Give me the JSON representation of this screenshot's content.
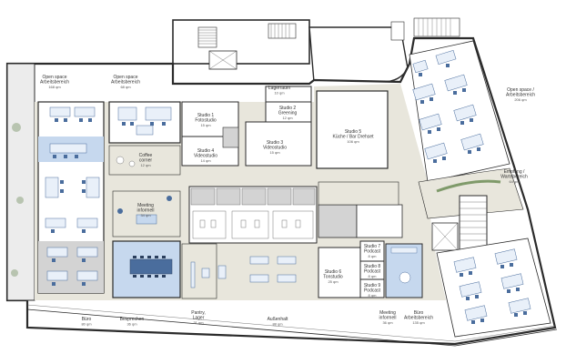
{
  "rooms": [
    {
      "id": "open-space-left",
      "name": "Open space\nArbeitsbereich",
      "area": "168 qm"
    },
    {
      "id": "open-space-mid",
      "name": "Open space\nArbeitsbereich",
      "area": "68 qm"
    },
    {
      "id": "lagerraum",
      "name": "Lagerraum",
      "area": "10 qm"
    },
    {
      "id": "studio5",
      "name": "Studio 5\nKüche / Bar Drehset",
      "area": "106 qm"
    },
    {
      "id": "studio1",
      "name": "Studio 1\nFotostudio",
      "area": "15 qm"
    },
    {
      "id": "studio2",
      "name": "Studio 2\nGreening",
      "area": "12 qm"
    },
    {
      "id": "studio3",
      "name": "Studio 3\nVideostudio",
      "area": "15 qm"
    },
    {
      "id": "studio4",
      "name": "Studio 4\nVideostudio",
      "area": "14 qm"
    },
    {
      "id": "coffee-corner",
      "name": "Coffee\ncorner",
      "area": "12 qm"
    },
    {
      "id": "meeting-left",
      "name": "Meeting\ninformell",
      "area": "34 qm"
    },
    {
      "id": "open-space-right",
      "name": "Open space /\nArbeitsbereich",
      "area": "206 qm"
    },
    {
      "id": "empfang",
      "name": "Empfang /\nWartebereich",
      "area": "64 qm"
    },
    {
      "id": "studio6",
      "name": "Studio 6\nTonstudio",
      "area": "25 qm"
    },
    {
      "id": "studio7",
      "name": "Studio 7\nPodcast",
      "area": "8 qm"
    },
    {
      "id": "studio8",
      "name": "Studio 8\nPodcast",
      "area": "8 qm"
    },
    {
      "id": "studio9",
      "name": "Studio 9\nPodcast",
      "area": "8 qm"
    },
    {
      "id": "buero",
      "name": "Büro",
      "area": "80 qm"
    },
    {
      "id": "besprechen",
      "name": "Besprechen",
      "area": "36 qm"
    },
    {
      "id": "pantry",
      "name": "Pantry,\nLager",
      "area": "31 qm"
    },
    {
      "id": "aussenhalt",
      "name": "Außenhalt",
      "area": "88 qm"
    },
    {
      "id": "meeting-bottom",
      "name": "Meeting\ninformell",
      "area": "36 qm"
    },
    {
      "id": "buero-arbeitsbereich",
      "name": "Büro\nArbeitsbereich",
      "area": "135 qm"
    }
  ],
  "colors": {
    "wall": "#2b2b2b",
    "floor": "#ffffff",
    "stone": "#e8e6dc",
    "grey": "#d3d3d3",
    "blue": "#c6d8ee",
    "desk": "#e9f0f9",
    "chair": "#4a6d9d",
    "green": "#7f9a6a"
  }
}
